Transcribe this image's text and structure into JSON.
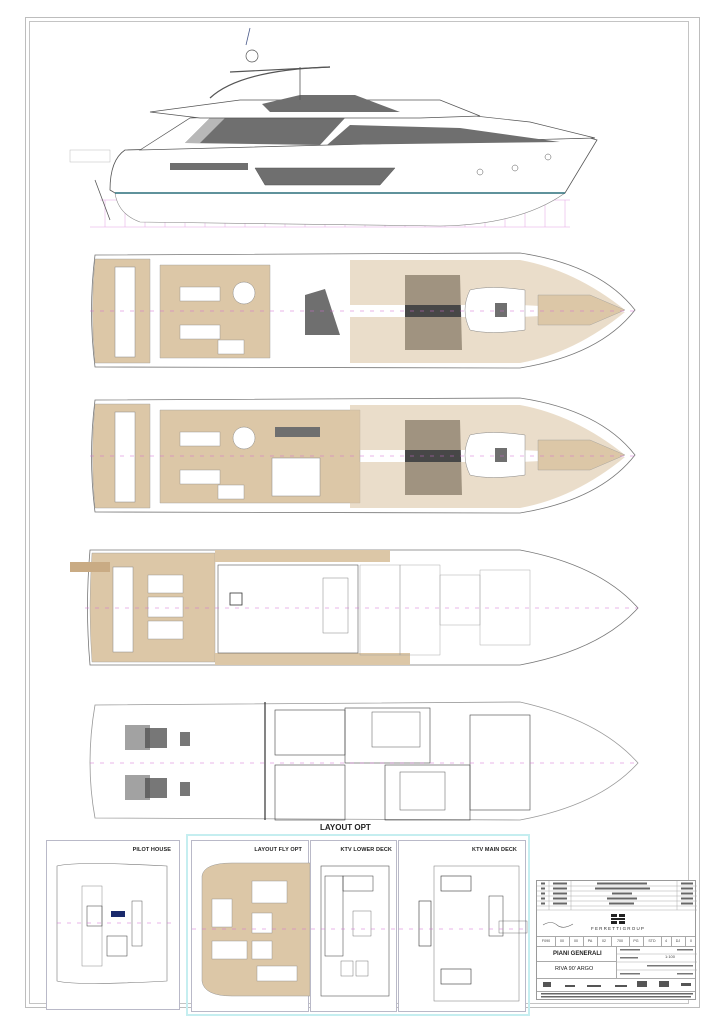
{
  "sheet": {
    "frame_color": "#bdbdbd",
    "wood_color": "#dcc7a7",
    "wood_line_color": "#b89d78",
    "glass_color": "#6f6f6f",
    "centerline_color": "#d46bd4",
    "accent_panel_color": "#c5eef0"
  },
  "views": {
    "profile": {
      "name": "side-elevation"
    },
    "sun_deck": {
      "name": "flybridge-plan"
    },
    "fly_alt": {
      "name": "flybridge-plan-alternate"
    },
    "main_deck": {
      "name": "main-deck-plan"
    },
    "lower_deck": {
      "name": "lower-deck-plan"
    }
  },
  "bottom_panels": {
    "group_title": "LAYOUT  OPT",
    "pilot_house": "PILOT HOUSE",
    "layout_fly_opt": "LAYOUT  FLY OPT",
    "ktv_lower_deck": "KTV LOWER DECK",
    "ktv_main_deck": "KTV MAIN DECK"
  },
  "title_block": {
    "brand": "FERRETTIGROUP",
    "drawing_title": "PIANI GENERALI",
    "project": "RIVA 90' ARGO",
    "code_row": [
      "F090",
      "00",
      "00",
      "PA",
      "02",
      "700",
      "PG",
      "STD",
      "4",
      "DJ",
      "0"
    ],
    "scale": "1:100",
    "revision_rows": 6
  }
}
